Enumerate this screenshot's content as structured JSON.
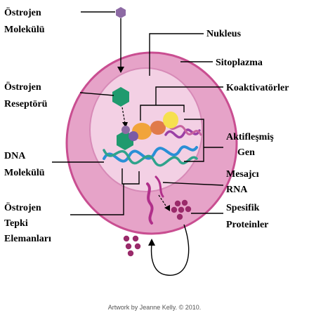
{
  "labels": {
    "estrogen_molecule": [
      "Östrojen",
      "Molekülü"
    ],
    "estrogen_receptor": [
      "Östrojen",
      "Reseptörü"
    ],
    "dna_molecule": [
      "DNA",
      "Molekülü"
    ],
    "response_elements": [
      "Östrojen",
      "Tepki",
      "Elemanları"
    ],
    "nucleus": "Nukleus",
    "cytoplasm": "Sitoplazma",
    "coactivators": "Koaktivatörler",
    "activated_gene": [
      "Aktifleşmiş",
      "Gen"
    ],
    "messenger_rna": [
      "Mesajcı",
      "RNA"
    ],
    "specific_proteins": [
      "Spesifik",
      "Proteinler"
    ]
  },
  "credit": "Artwork by Jeanne Kelly. © 2010.",
  "colors": {
    "cell_outer": "#e6a3c8",
    "cell_border": "#c94e91",
    "nucleus": "#f3d0e4",
    "molecule": "#8d6aa4",
    "receptor": "#1f9a6e",
    "coactivator_orange": "#f1a43b",
    "coactivator_yellow": "#f6e04f",
    "coactivator_purple": "#7a5aa6",
    "dna_blue": "#2a8fd6",
    "dna_green": "#2fa38c",
    "dna_purple": "#9b3fa5",
    "rna": "#b02f8a",
    "protein": "#9a2a6a"
  }
}
